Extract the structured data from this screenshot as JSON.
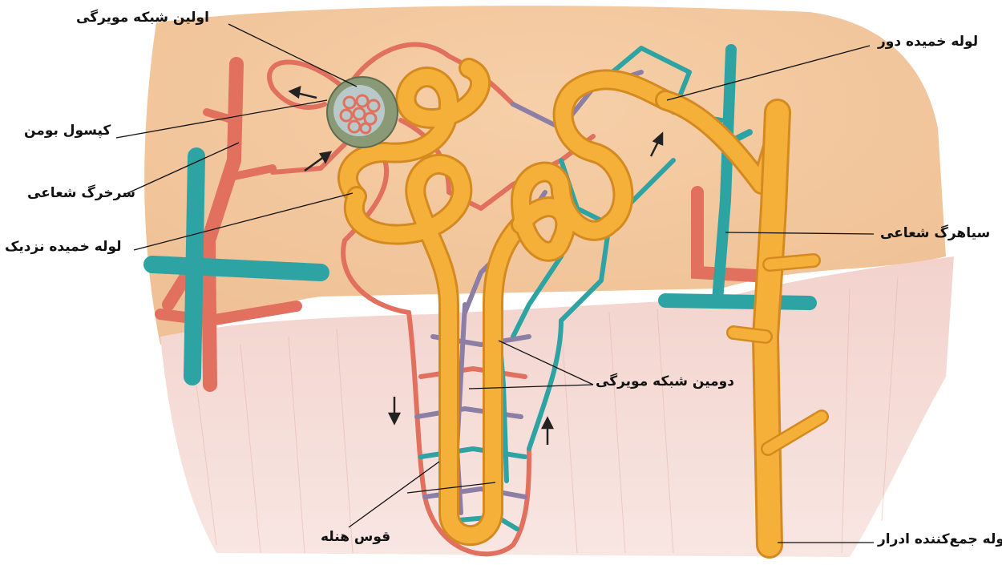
{
  "labels": {
    "first_capillary_network": "اولین شبکه مویرگی",
    "bowman_capsule": "کپسول بومن",
    "radial_artery": "سرخرگ شعاعی",
    "proximal_tubule": "لوله خمیده نزدیک",
    "distal_tubule": "لوله خمیده دور",
    "radial_vein": "سیاهرگ شعاعی",
    "second_capillary_network": "دومین شبکه مویرگی",
    "loop_of_henle": "قوس هنله",
    "collecting_duct": "لوله جمع‌کننده ادرار"
  },
  "colors": {
    "cortex": "#f3c9a2",
    "medulla": "#f2d0cb",
    "artery": "#e2705f",
    "vein": "#2ea3a3",
    "tubule": "#f5b03a",
    "capillary_mix": "#8d7ea6",
    "capsule": "#8a9a76"
  }
}
